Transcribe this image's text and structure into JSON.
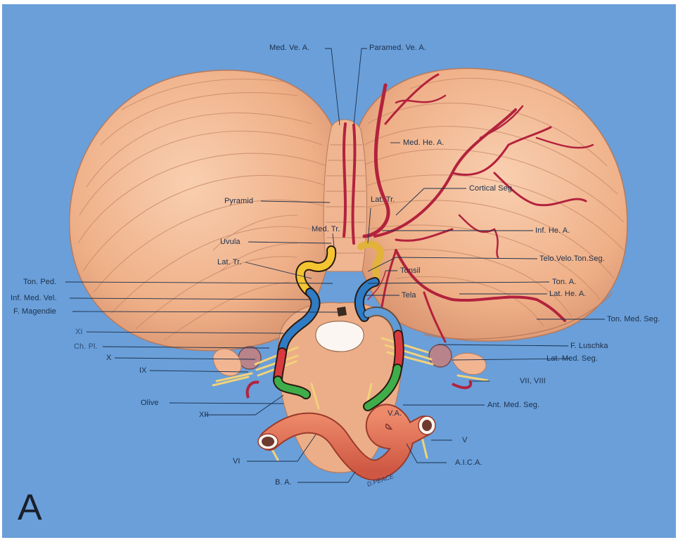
{
  "figure": {
    "panel_letter": "A",
    "signature": "D.PEACE",
    "background_color": "#6a9fd9",
    "tissue_color": "#f3b892",
    "artery_color": "#b3223d",
    "segment_colors": {
      "yellow": "#f4c531",
      "blue": "#2f7bc4",
      "red": "#d93a3f",
      "green": "#3fae4a"
    }
  },
  "labels": {
    "top": {
      "med_ve_a": "Med. Ve. A.",
      "paramed_ve_a": "Paramed. Ve. A."
    },
    "center": {
      "pyramid": "Pyramid",
      "uvula": "Uvula",
      "med_tr": "Med. Tr.",
      "lat_tr_left": "Lat. Tr.",
      "lat_tr_right": "Lat. Tr.",
      "tonsil": "Tonsil",
      "tela": "Tela",
      "va": "V.A."
    },
    "left": {
      "ton_ped": "Ton. Ped.",
      "inf_med_vel": "Inf. Med. Vel.",
      "f_magendie": "F. Magendie",
      "xi": "XI",
      "ch_pl": "Ch. Pl.",
      "x": "X",
      "ix": "IX",
      "olive": "Olive",
      "xii": "XII",
      "vi": "VI",
      "ba": "B. A."
    },
    "right": {
      "med_he_a": "Med. He. A.",
      "cortical_seg": "Cortical Seg.",
      "inf_he_a": "Inf. He. A.",
      "telo_velo_ton_seg": "Telo.Velo.Ton.Seg.",
      "ton_a": "Ton. A.",
      "lat_he_a": "Lat. He. A.",
      "ton_med_seg": "Ton. Med. Seg.",
      "f_luschka": "F. Luschka",
      "lat_med_seg": "Lat. Med. Seg.",
      "vii_viii": "VII, VIII",
      "ant_med_seg": "Ant. Med. Seg.",
      "v": "V",
      "aica": "A.I.C.A."
    }
  }
}
